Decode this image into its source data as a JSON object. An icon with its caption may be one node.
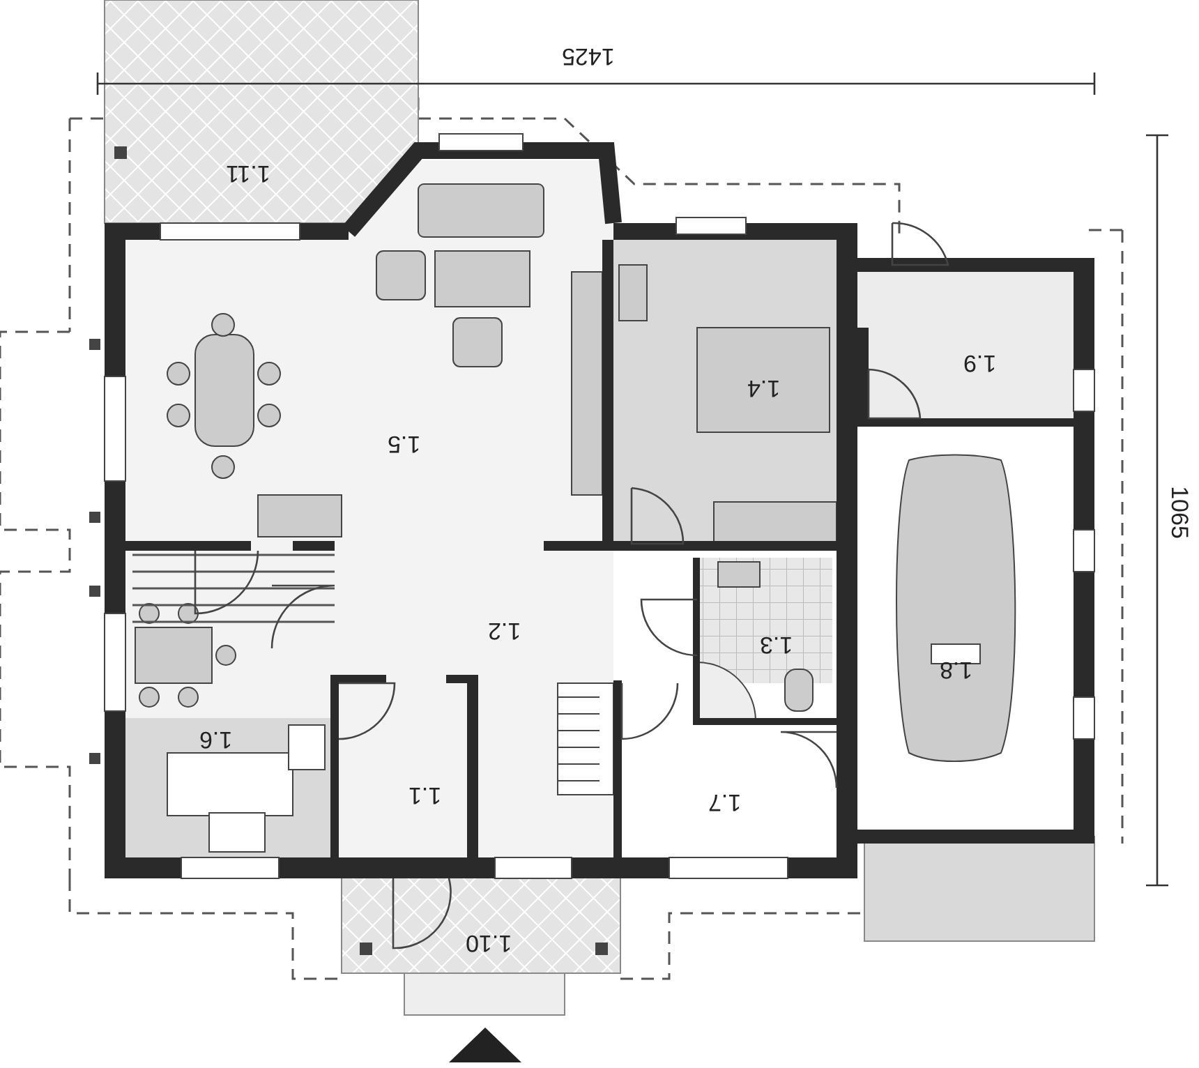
{
  "diagram": {
    "labels": [
      "1425",
      "1065",
      "1.11",
      "1.5",
      "1.4",
      "1.9",
      "1.2",
      "1.3",
      "1.8",
      "1.6",
      "1.1",
      "1.7",
      "1.10"
    ]
  }
}
